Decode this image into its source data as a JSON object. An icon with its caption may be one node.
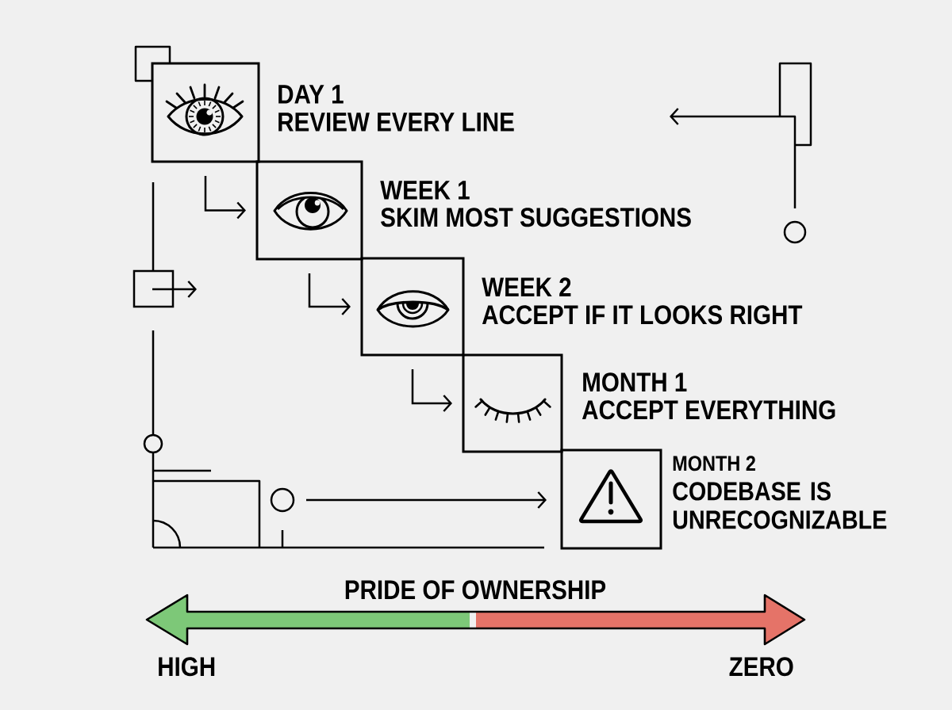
{
  "diagram": {
    "nodes": [
      {
        "text": [
          "DAY 1",
          "REVIEW EVERY LINE"
        ]
      },
      {
        "text": [
          "WEEK 1",
          "SKIM MOST SUGGESTIONS"
        ]
      },
      {
        "text": [
          "WEEK 2",
          "ACCEPT IF IT LOOKS RIGHT"
        ]
      },
      {
        "text": [
          "MONTH 1",
          "ACCEPT EVERYTHING"
        ]
      },
      {
        "text": [
          "MONTH 2",
          "CODEBASE IS UNRECOGNIZABLE"
        ]
      },
      {
        "text": [],
        "shape": "circle"
      },
      {
        "text": [],
        "shape": "circle"
      }
    ],
    "edges": [
      {
        "from": 0,
        "to": 1,
        "arrow": "to"
      },
      {
        "from": 1,
        "to": 2,
        "arrow": "to"
      },
      {
        "from": 2,
        "to": 3,
        "arrow": "to"
      },
      {
        "from": 5,
        "to": 4,
        "arrow": "to"
      }
    ],
    "labels": [
      "PRIDE OF OWNERSHIP",
      "HIGH",
      "ZERO"
    ]
  }
}
